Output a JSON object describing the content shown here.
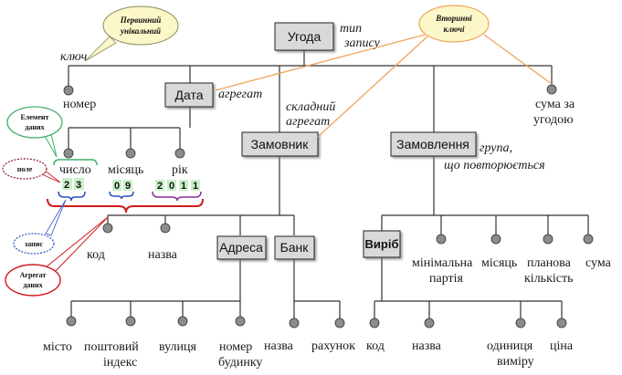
{
  "boxes": {
    "ugoda": "Угода",
    "data": "Дата",
    "zamovnyk": "Замовник",
    "zamovlennia": "Замовлення",
    "adresa": "Адреса",
    "bank": "Банк",
    "vyrib": "Виріб"
  },
  "annotations": {
    "typ_zapysu": [
      "тип",
      "запису"
    ],
    "kliuch": "ключ",
    "agregat": "агрегат",
    "skladnyi_agregat": [
      "складний",
      "агрегат"
    ],
    "grupa": [
      "група,",
      "що повторюється"
    ]
  },
  "leaves": {
    "nomer": "номер",
    "suma_za_ugodoiu": [
      "сума за",
      "угодою"
    ],
    "chyslo": "число",
    "misiats": "місяць",
    "rik": "рік",
    "kod": "код",
    "nazva": "назва",
    "misto": "місто",
    "poshtovyi_indeks": [
      "поштовий",
      "індекс"
    ],
    "vulytsia": "вулиця",
    "nomer_budynku": [
      "номер",
      "будинку"
    ],
    "bank_nazva": "назва",
    "rakhunok": "рахунок",
    "minimalna_partiia": [
      "мінімальна",
      "партія"
    ],
    "misiats2": "місяць",
    "planova_kilkist": [
      "планова",
      "кількість"
    ],
    "suma": "сума",
    "vyrib_kod": "код",
    "vyrib_nazva": "назва",
    "odynytsia_vymiru": [
      "одиниця",
      "виміру"
    ],
    "tsina": "ціна"
  },
  "digits": {
    "day": [
      "2",
      "3"
    ],
    "month": [
      "0",
      "9"
    ],
    "year": [
      "2",
      "0",
      "1",
      "1"
    ]
  },
  "callouts": {
    "pervynnyi_unikalnyi": [
      "Первинний",
      "унікальний"
    ],
    "vtorynni_kliuchi": [
      "Вторинні",
      "ключі"
    ],
    "element_danykh": [
      "Елемент",
      "даних"
    ],
    "pole": "поле",
    "zapys": "запис",
    "agregat_danykh": [
      "Агрегат",
      "даних"
    ]
  },
  "colors": {
    "yellow_callout": "#fbf7c8",
    "green": "#3fae6a",
    "red": "#d01a1a",
    "blue": "#2b4fc4",
    "purple": "#8b2f9b",
    "orange": "#f2a35b",
    "digit_fill": "#c9f0c9"
  }
}
